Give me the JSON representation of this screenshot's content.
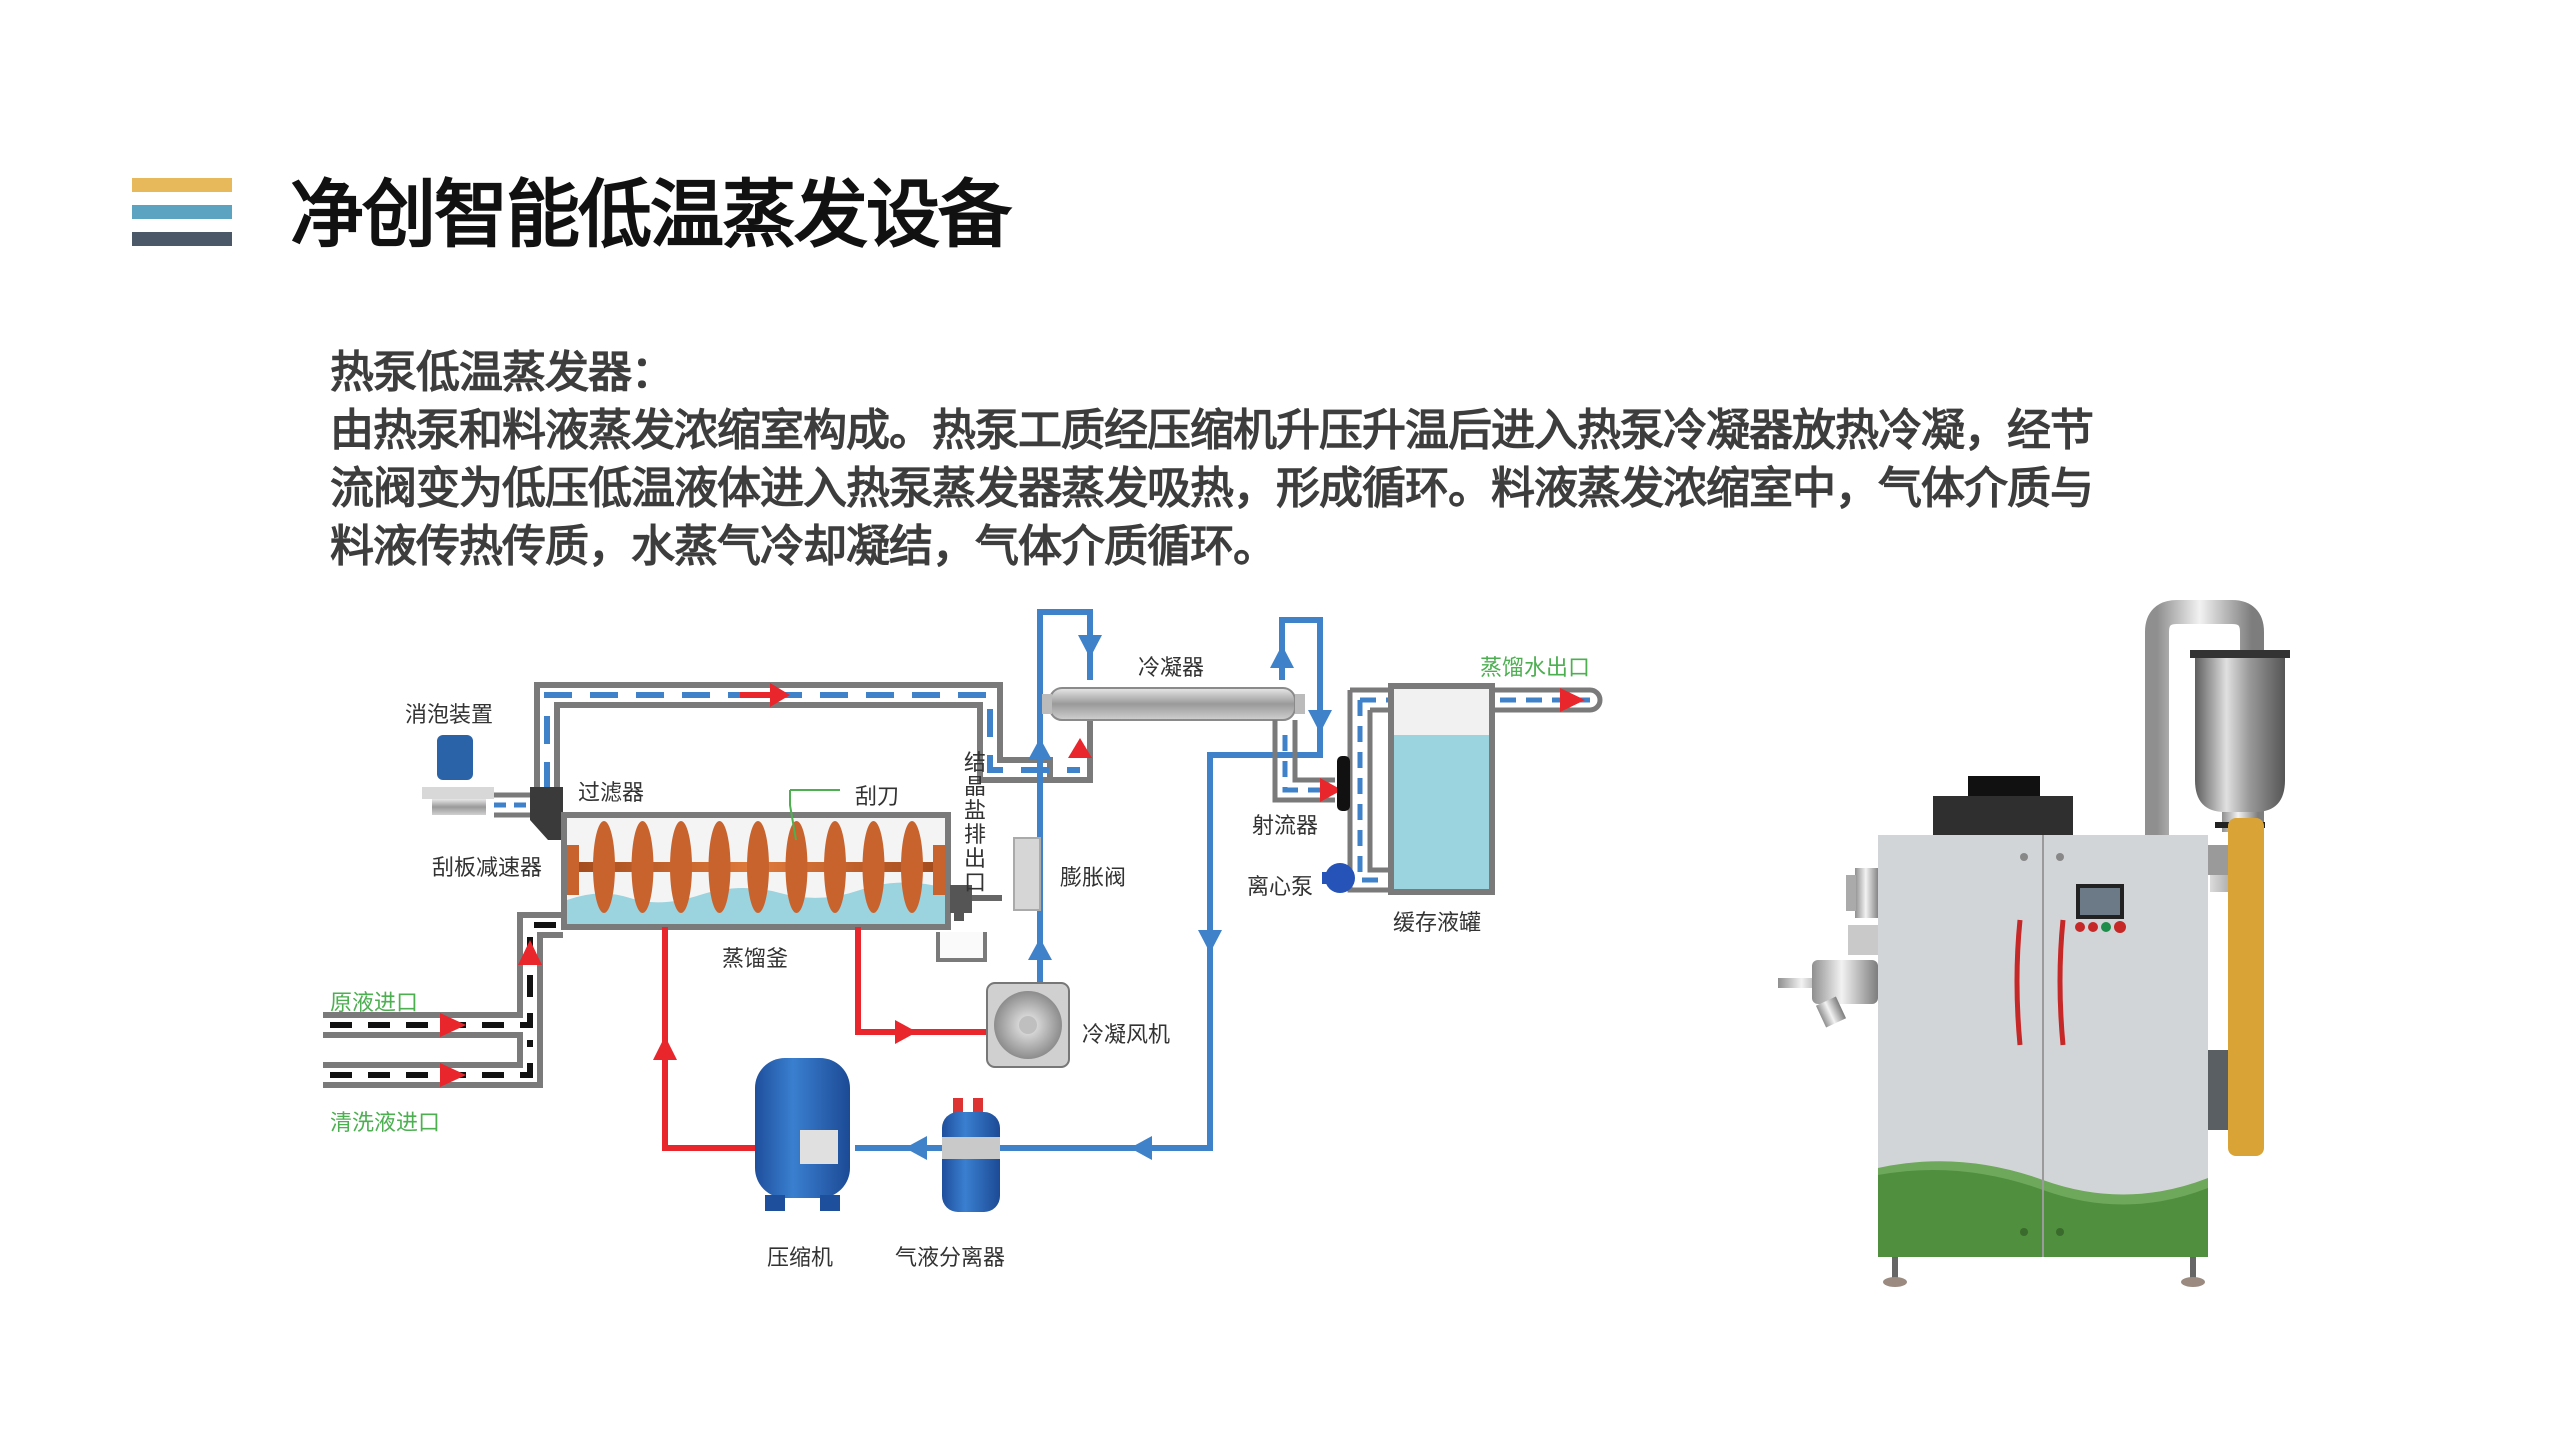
{
  "header": {
    "title": "净创智能低温蒸发设备",
    "accent_bars": [
      "#E8B95A",
      "#5BA3C0",
      "#4A5868"
    ]
  },
  "description": {
    "heading": "热泵低温蒸发器：",
    "lines": [
      "由热泵和料液蒸发浓缩室构成。热泵工质经压缩机升压升温后进入热泵冷凝器放热冷凝，经节",
      "流阀变为低压低温液体进入热泵蒸发器蒸发吸热，形成循环。料液蒸发浓缩室中，气体介质与",
      "料液传热传质，水蒸气冷却凝结，气体介质循环。"
    ]
  },
  "diagram": {
    "labels": {
      "defoamer": "消泡装置",
      "filter": "过滤器",
      "scraper_reducer": "刮板减速器",
      "scraper": "刮刀",
      "salt_outlet": "结晶盐排出口",
      "still": "蒸馏釜",
      "raw_inlet": "原液进口",
      "cleaning_inlet": "清洗液进口",
      "condenser": "冷凝器",
      "expansion_valve": "膨胀阀",
      "condenser_fan": "冷凝风机",
      "compressor": "压缩机",
      "separator": "气液分离器",
      "ejector": "射流器",
      "pump": "离心泵",
      "buffer_tank": "缓存液罐",
      "distilled_outlet": "蒸馏水出口"
    },
    "colors": {
      "hot_line": "#E8262B",
      "cold_line": "#3F82C9",
      "pipe": "#7a7a7a",
      "liquid": "#9BD3DE",
      "auger": "#C8632E",
      "inlet_label": "#4CAF50"
    }
  },
  "machine_photo": {
    "body_color": "#D2D5D8",
    "base_color": "#4F8F3E",
    "side_panel_color": "#D9A435"
  }
}
